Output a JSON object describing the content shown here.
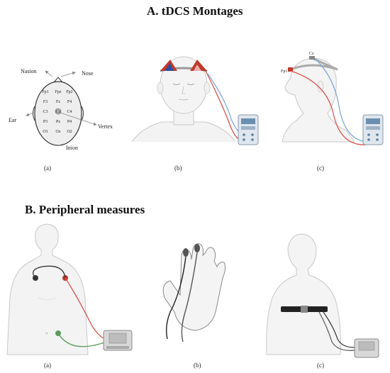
{
  "section_a": {
    "title": "A. tDCS Montages",
    "panels": [
      "(a)",
      "(b)",
      "(c)"
    ],
    "eeg_map": {
      "landmarks": {
        "nasion": "Nasion",
        "nose": "Nose",
        "ear": "Ear",
        "vertex": "Vertex",
        "inion": "Inion"
      },
      "electrodes": [
        [
          "Fp1",
          "Fpz",
          "Fp2"
        ],
        [
          "F3",
          "Fz",
          "F4"
        ],
        [
          "C3",
          "Cz",
          "C4"
        ],
        [
          "P3",
          "Pz",
          "P4"
        ],
        [
          "O1",
          "Oz",
          "O2"
        ]
      ]
    },
    "side_view_labels": {
      "top": "Cz",
      "front": "Fp1"
    }
  },
  "section_b": {
    "title": "B. Peripheral measures",
    "panels": [
      "(a)",
      "(b)",
      "(c)"
    ]
  },
  "colors": {
    "red_wire": "#d9534f",
    "blue_wire": "#7fa8d9",
    "anode": "#c0392b",
    "cathode": "#2e4f9c",
    "device": "#dfe6ee",
    "skin": "#f2f2f2",
    "green_wire": "#5b9a5b"
  }
}
